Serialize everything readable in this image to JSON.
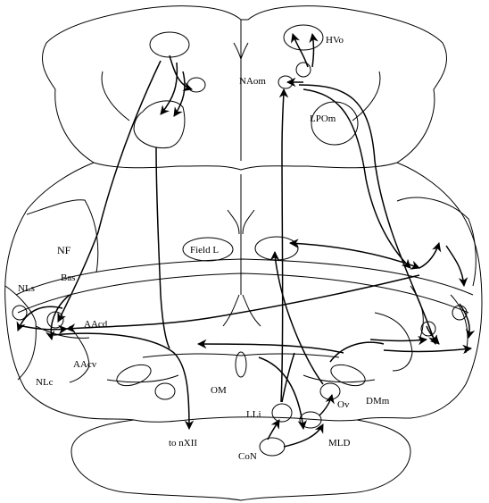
{
  "labels": {
    "hvo": "HVo",
    "naom": "NAom",
    "lpom": "LPOm",
    "nf": "NF",
    "field_l": "Field L",
    "bas": "Bas",
    "nls": "NLs",
    "aacd": "AAcd",
    "aacv": "AAcv",
    "nlc": "NLc",
    "om": "OM",
    "dmm": "DMm",
    "lli": "LLi",
    "ov": "Ov",
    "to_nxii": "to nXII",
    "mld": "MLD",
    "con": "CoN"
  }
}
